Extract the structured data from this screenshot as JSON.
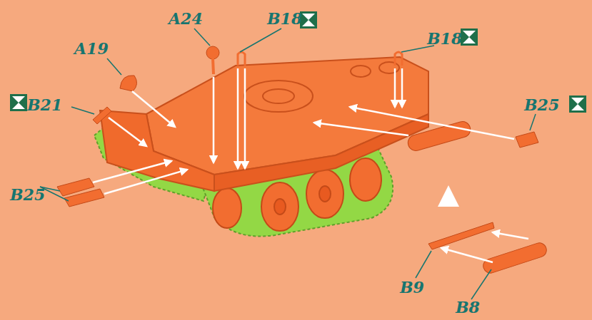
{
  "diagram": {
    "labels": [
      "A24",
      "B18",
      "B18",
      "A19",
      "B21",
      "B25",
      "B25",
      "B9",
      "B8"
    ]
  }
}
